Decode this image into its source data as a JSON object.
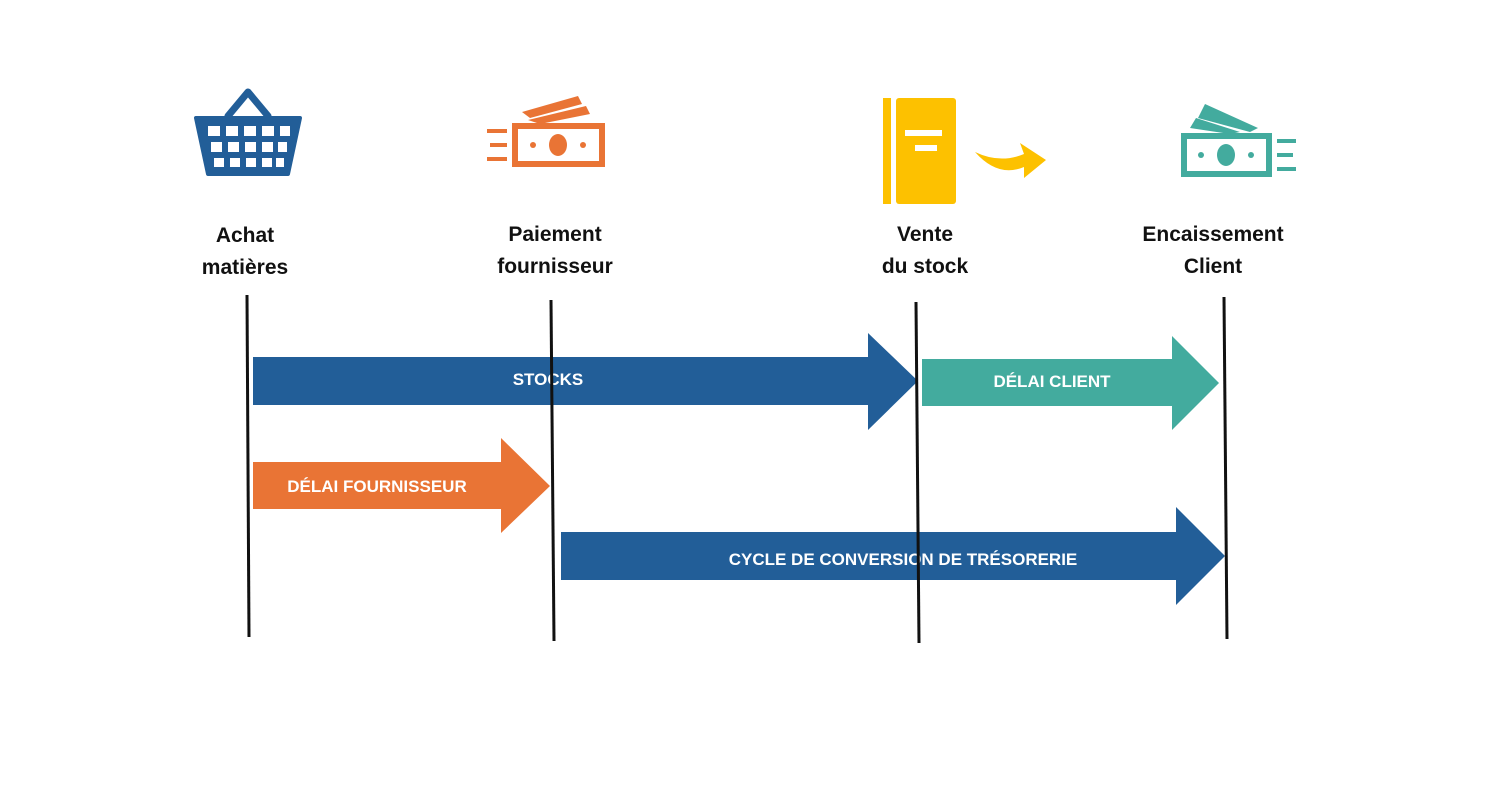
{
  "colors": {
    "blue": "#225e98",
    "orange": "#e97435",
    "teal": "#43ab9e",
    "yellow": "#fdc100",
    "line": "#111111",
    "text": "#111111"
  },
  "milestones": [
    {
      "id": "achat",
      "line1": "Achat",
      "line2": "matières",
      "icon": "shopping-basket-icon"
    },
    {
      "id": "paiement",
      "line1": "Paiement",
      "line2": "fournisseur",
      "icon": "money-out-icon"
    },
    {
      "id": "vente",
      "line1": "Vente",
      "line2": "du stock",
      "icon": "stock-book-arrow-icon"
    },
    {
      "id": "encaissement",
      "line1": "Encaissement",
      "line2": "Client",
      "icon": "money-in-icon"
    }
  ],
  "arrows": {
    "stocks": "STOCKS",
    "delai_client": "DÉLAI CLIENT",
    "delai_fournisseur": "DÉLAI FOURNISSEUR",
    "cycle": "CYCLE DE CONVERSION DE TRÉSORERIE"
  }
}
